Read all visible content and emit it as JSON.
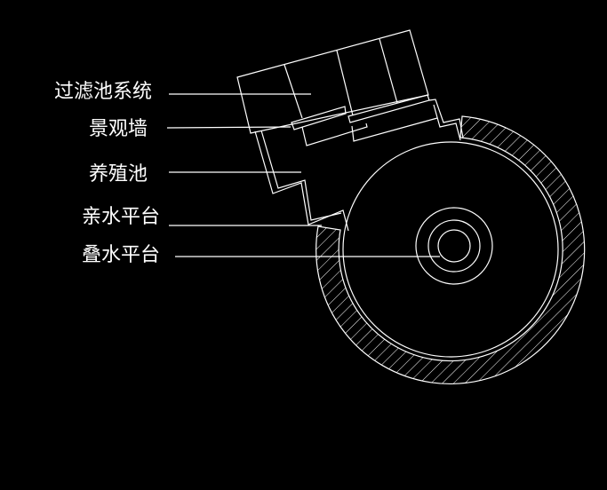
{
  "labels": {
    "filter_system": "过滤池系统",
    "landscape_wall": "景观墙",
    "breeding_pool": "养殖池",
    "waterfront_platform": "亲水平台",
    "cascade_platform": "叠水平台"
  },
  "colors": {
    "background": "#000000",
    "line": "#ffffff"
  }
}
